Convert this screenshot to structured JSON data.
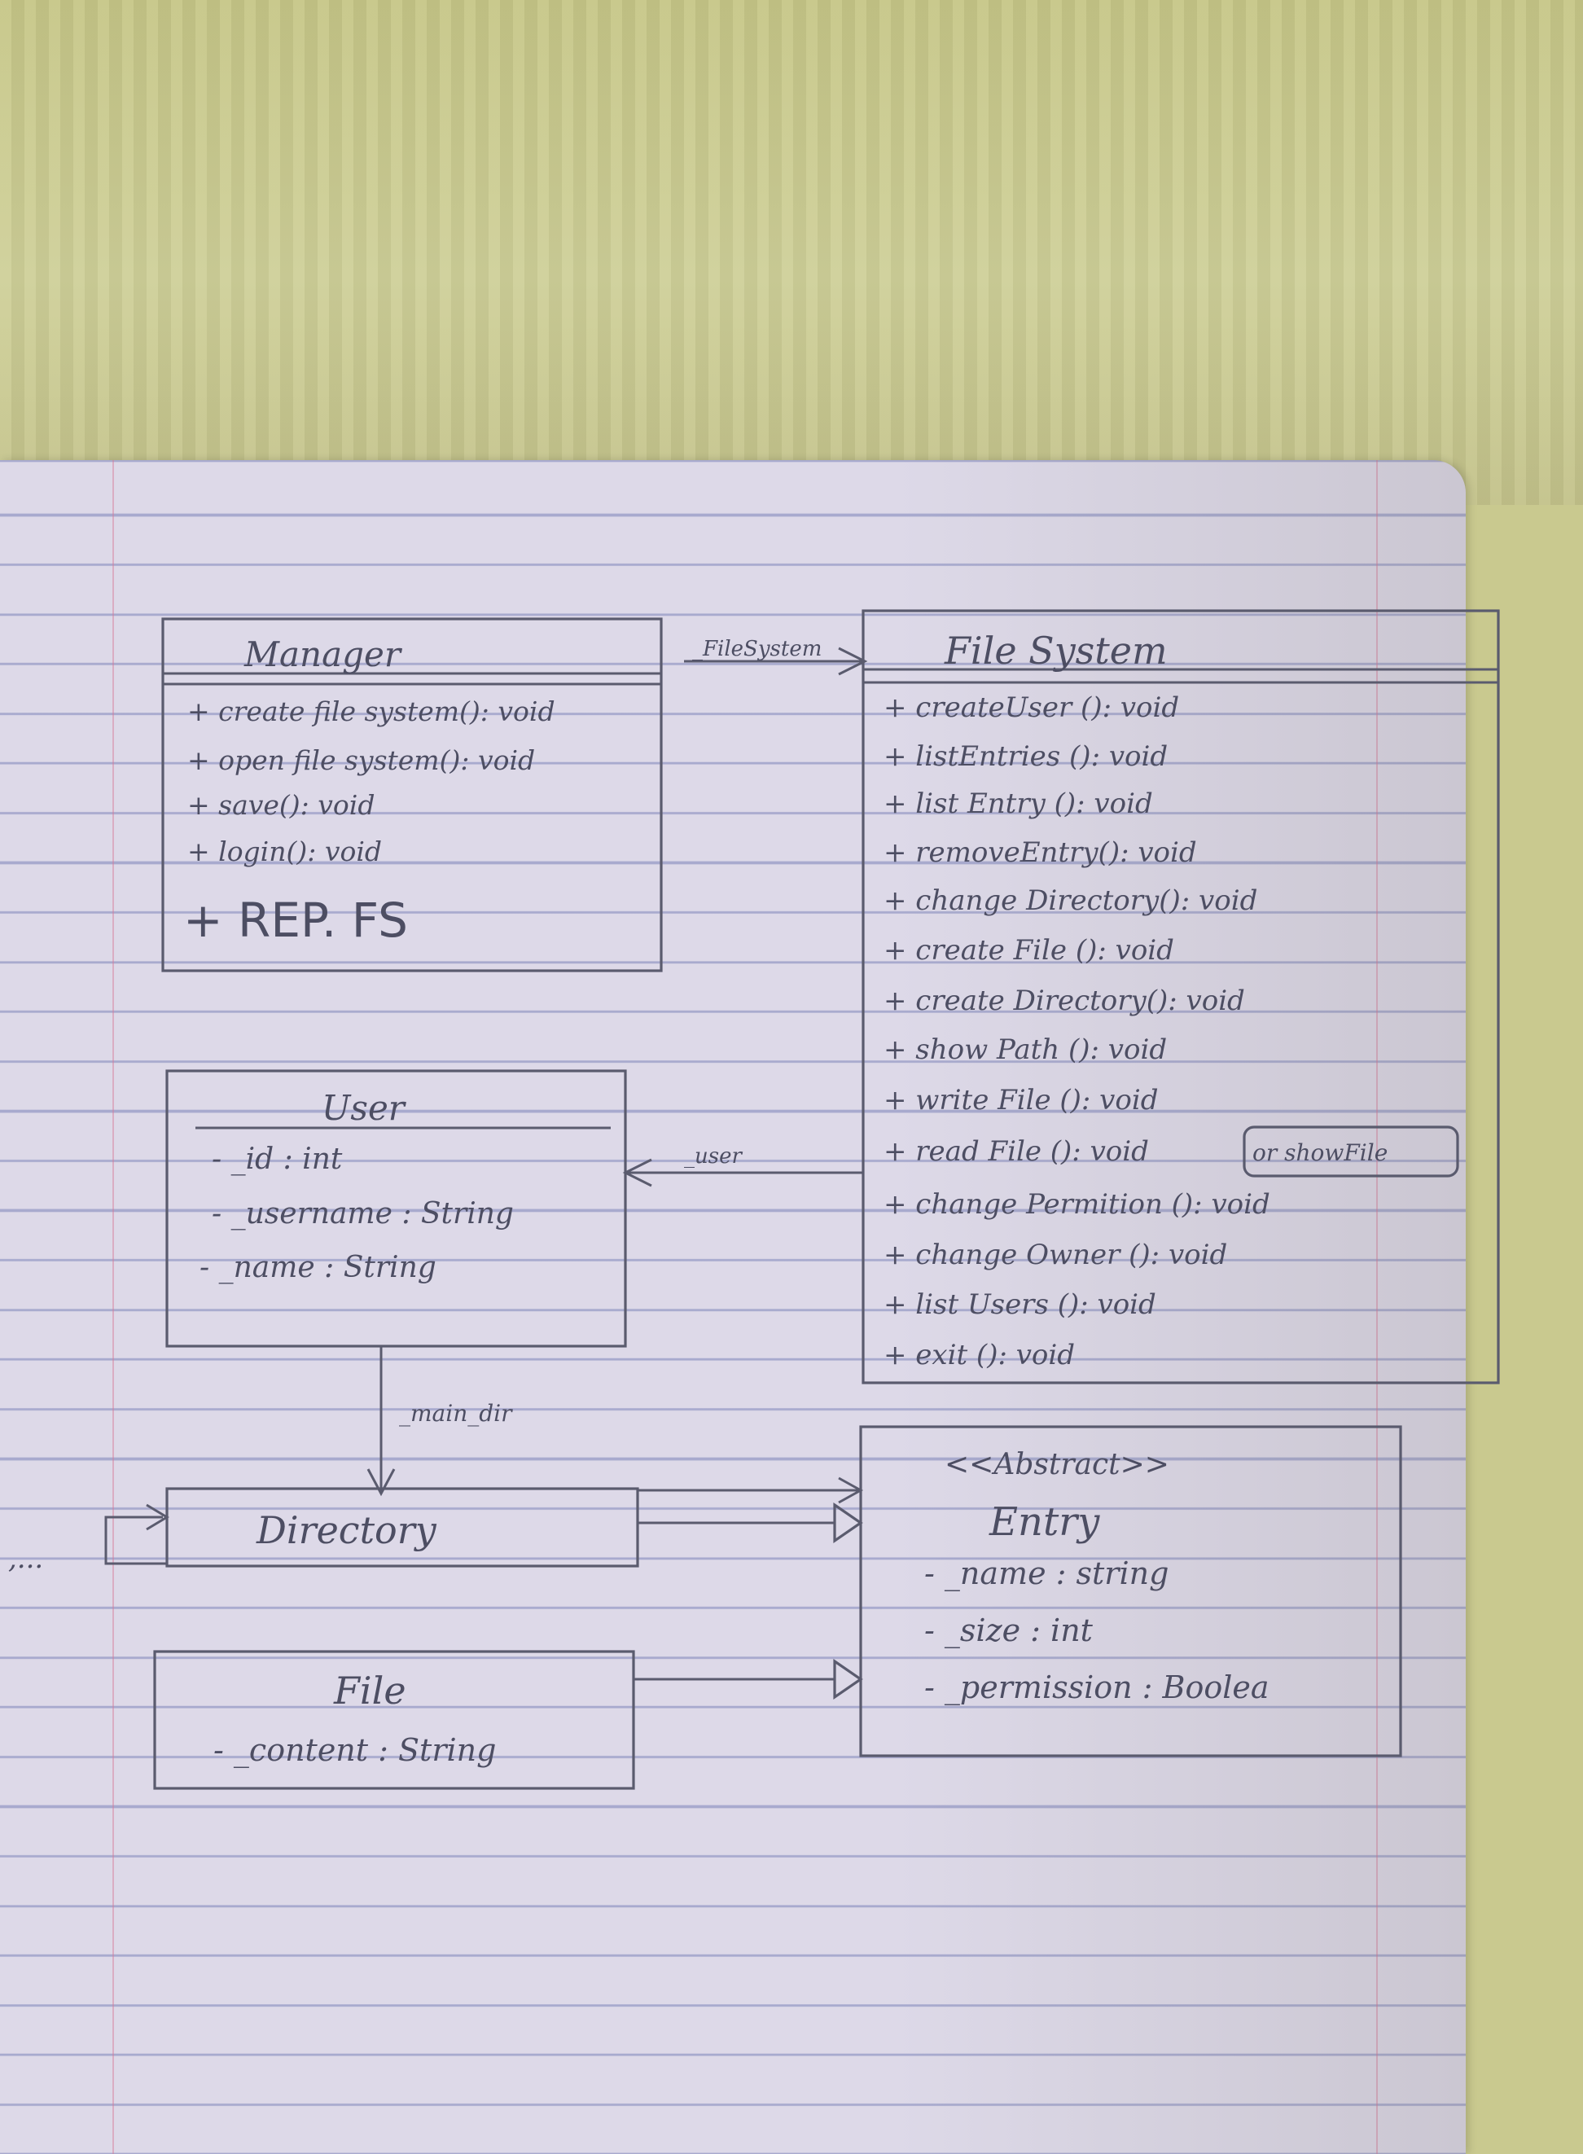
{
  "classes": {
    "manager": {
      "name": "Manager",
      "members": [
        "+ create file system(): void",
        "+ open file system(): void",
        "+ save(): void",
        "+ login(): void",
        "+ REP.   FS"
      ]
    },
    "filesystem": {
      "name": "File System",
      "members": [
        "+ createUser (): void",
        "+ listEntries (): void",
        "+ list Entry (): void",
        "+ removeEntry(): void",
        "+ change Directory(): void",
        "+ create File (): void",
        "+ create Directory(): void",
        "+ show Path (): void",
        "+ write File (): void",
        "+ read File (): void",
        "+ change Permition (): void",
        "+ change Owner (): void",
        "+ list Users (): void",
        "+ exit (): void"
      ],
      "note": "or showFile"
    },
    "user": {
      "name": "User",
      "members": [
        "- _id : int",
        "- _username : String",
        "- _name : String"
      ]
    },
    "directory": {
      "name": "Directory"
    },
    "file": {
      "name": "File",
      "members": [
        "- _content : String"
      ]
    },
    "entry": {
      "stereotype": "<<Abstract>>",
      "name": "Entry",
      "members": [
        "- _name : string",
        "- _size : int",
        "- _permission : Boolea"
      ]
    }
  },
  "associations": {
    "manager_to_filesystem": "_FileSystem",
    "filesystem_to_user": "_user",
    "user_to_directory": "_main_dir",
    "directory_self": ",..."
  }
}
